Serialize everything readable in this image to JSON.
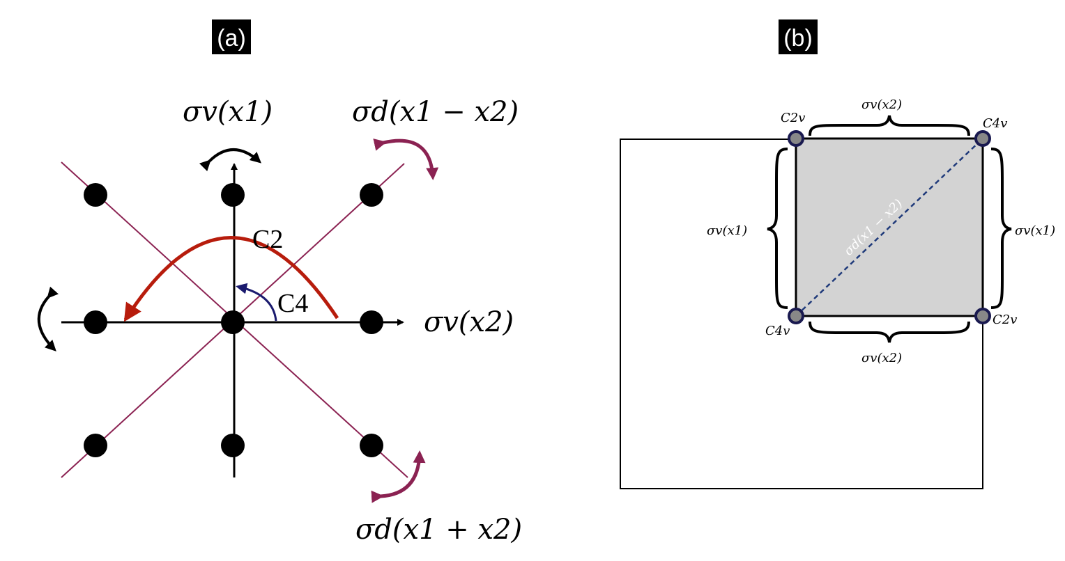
{
  "panel_a": {
    "tag": "(a)",
    "labels": {
      "sigma_v_x1": "σv(x1)",
      "sigma_v_x2": "σv(x2)",
      "sigma_d_minus": "σd(x1 − x2)",
      "sigma_d_plus": "σd(x1 + x2)",
      "c2": "C2",
      "c4": "C4"
    }
  },
  "panel_b": {
    "tag": "(b)",
    "labels": {
      "c2v_top_left": "C2v",
      "c4v_top_right": "C4v",
      "c4v_bottom_left": "C4v",
      "c2v_bottom_right": "C2v",
      "sigma_v_x2_top": "σv(x2)",
      "sigma_v_x2_bottom": "σv(x2)",
      "sigma_v_x1_left": "σv(x1)",
      "sigma_v_x1_right": "σv(x1)",
      "sigma_d_diag": "σd(x1 − x2)"
    }
  },
  "colors": {
    "mirror_line": "#8b2252",
    "c2_arc": "#b71c0c",
    "c4_arc": "#1a1a6e",
    "square_fill": "#d3d3d3",
    "diag_dash": "#1f3a7a",
    "node_fill": "#888888",
    "node_stroke": "#1a1a50"
  }
}
